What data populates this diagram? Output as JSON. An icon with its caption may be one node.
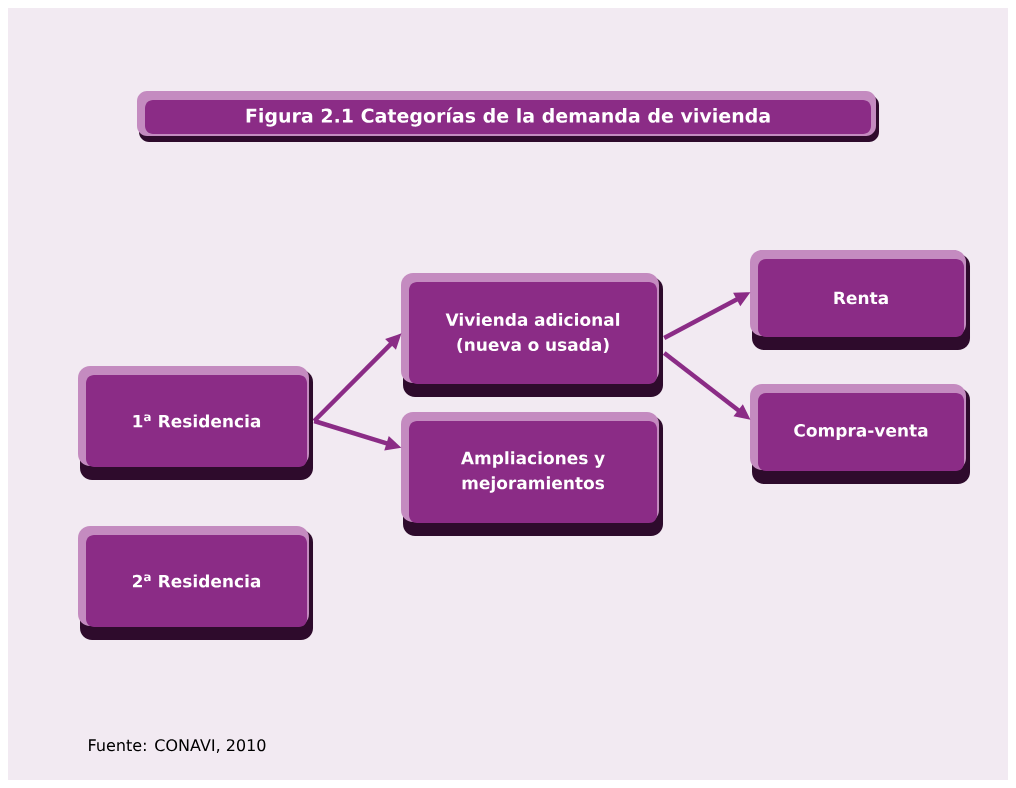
{
  "diagram": {
    "title": "Figura 2.1 Categorías de la demanda de vivienda",
    "caption": "Fuente: CONAVI, 2010",
    "nodes": [
      {
        "text": [
          "1$^{a}$ Residencia"
        ]
      },
      {
        "text": [
          "2$^{a}$ Residencia"
        ]
      },
      {
        "text": [
          "Vivienda adicional (nueva o usada)"
        ]
      },
      {
        "text": [
          "Ampliaciones y mejoramientos"
        ]
      },
      {
        "text": [
          "Renta"
        ]
      },
      {
        "text": [
          "Compra-venta"
        ]
      }
    ],
    "edges": [
      {
        "from": 0,
        "to": 2,
        "arrow": "to"
      },
      {
        "from": 0,
        "to": 3,
        "arrow": "to"
      },
      {
        "from": 2,
        "to": 4,
        "arrow": "to"
      },
      {
        "from": 2,
        "to": 5,
        "arrow": "to"
      }
    ]
  }
}
